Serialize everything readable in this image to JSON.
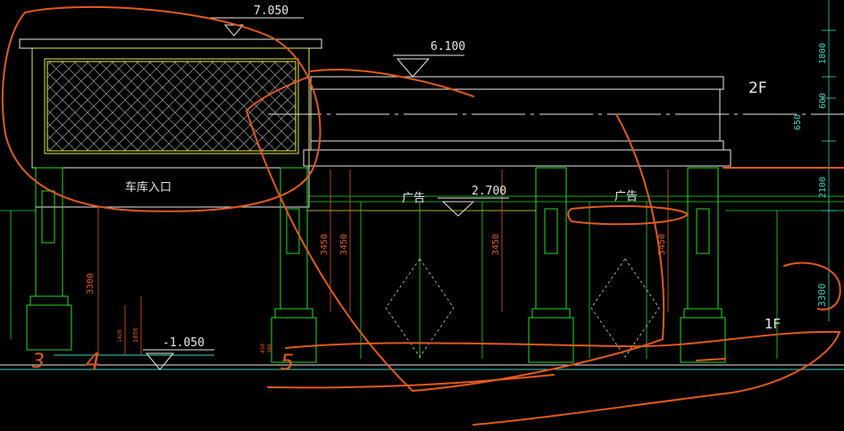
{
  "drawing": {
    "elevations": {
      "top": "7.050",
      "roof": "6.100",
      "canopy": "2.700",
      "ground": "-1.050"
    },
    "floor_labels": {
      "second": "2F",
      "first": "1F"
    },
    "signs": {
      "garage_entry": "车库入口",
      "ad_left": "广告",
      "ad_right": "广告"
    },
    "right_dims": [
      "1800",
      "600",
      "650",
      "2100",
      "3300"
    ],
    "column_dims": [
      "3450",
      "3450",
      "3450",
      "3450"
    ],
    "left_dims": {
      "vertical": "3300",
      "base": "1050",
      "small": "1420"
    },
    "base_dims": [
      "450",
      "300"
    ],
    "handwriting": {
      "left_a": "3",
      "left_b": "4",
      "middle": "5"
    }
  },
  "colors": {
    "background": "#000000",
    "annotation": "#e05a1c",
    "green": "#22dd22",
    "yellow": "#e6e64c",
    "cyan": "#3fd0c0",
    "white": "#e8e8e8"
  }
}
